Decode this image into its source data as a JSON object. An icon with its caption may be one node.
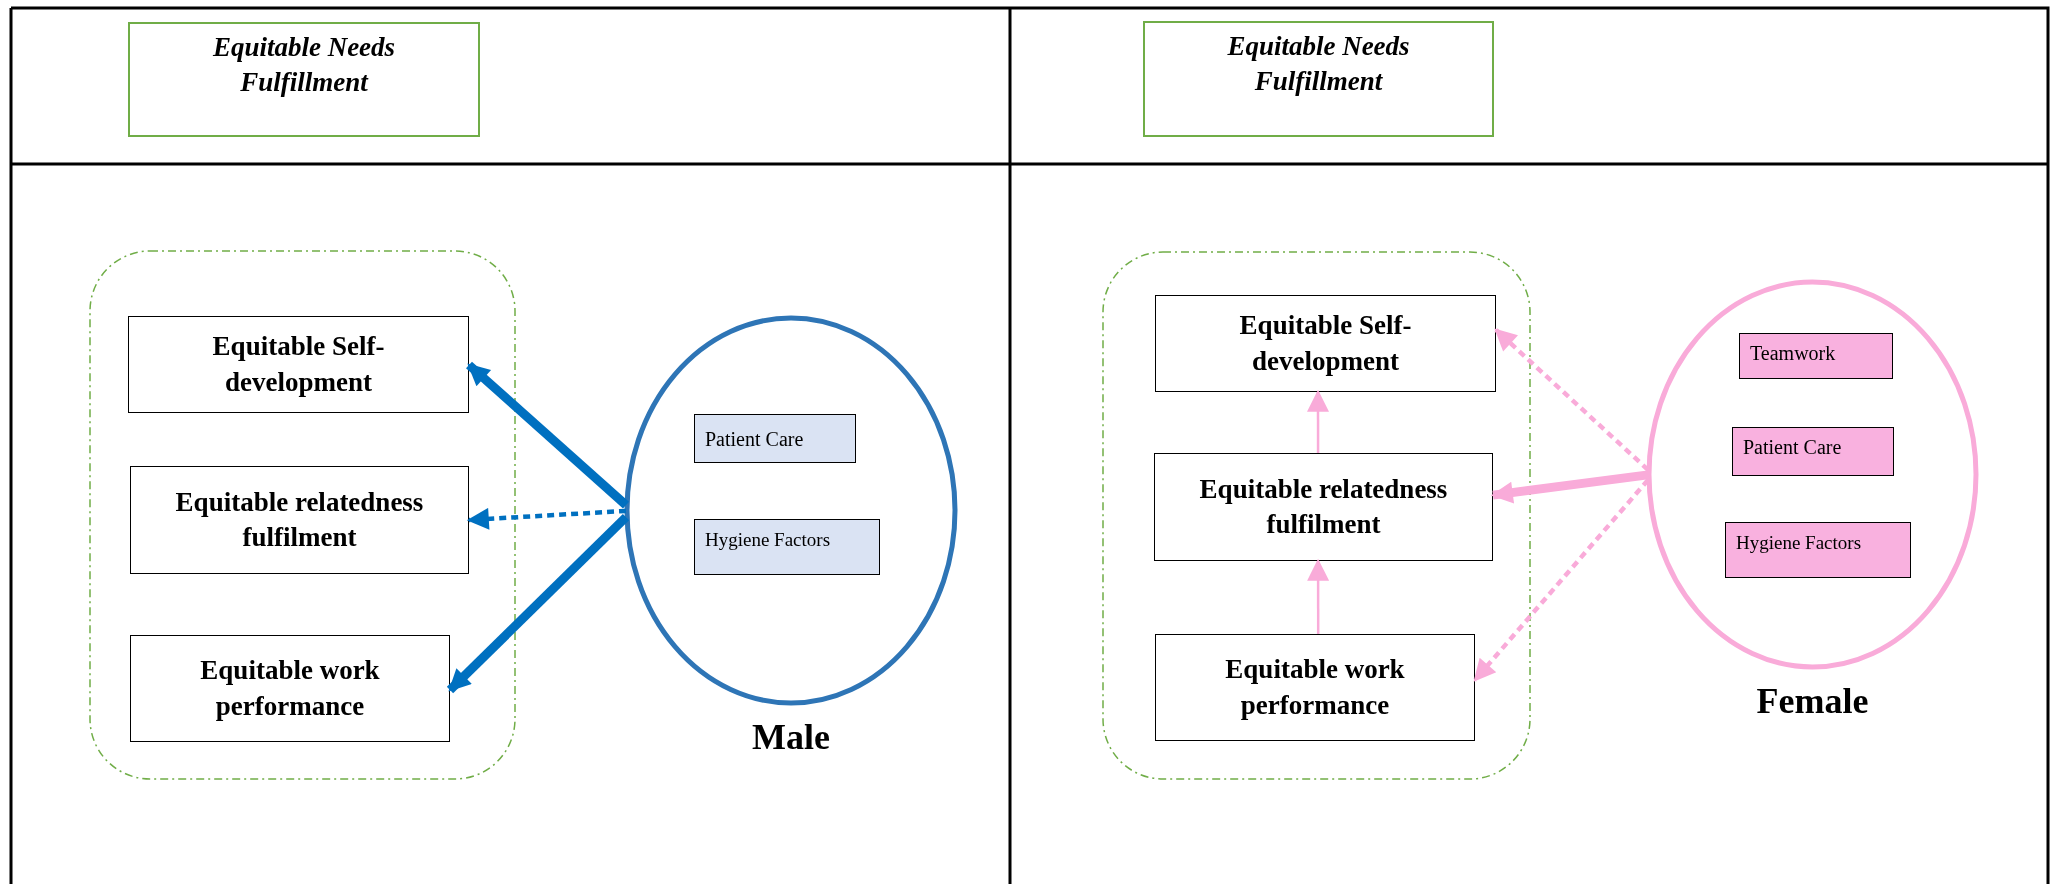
{
  "diagram": {
    "nodes": [
      {
        "text": [
          "Equitable Needs Fulfillment"
        ]
      },
      {
        "text": [],
        "shape": "box"
      },
      {
        "text": [
          "Equitable Self-development"
        ],
        "in": 1
      },
      {
        "text": [
          "Equitable relatedness fulfilment"
        ],
        "in": 1
      },
      {
        "text": [
          "Equitable work performance"
        ],
        "in": 1
      },
      {
        "text": [
          "Male"
        ]
      },
      {
        "text": [
          "Patient Care"
        ],
        "in": 5
      },
      {
        "text": [
          "Hygiene Factors"
        ],
        "in": 5
      },
      {
        "text": [
          "Equitable Needs Fulfillment"
        ]
      },
      {
        "text": [],
        "shape": "box"
      },
      {
        "text": [
          "Equitable Self-development"
        ],
        "in": 9
      },
      {
        "text": [
          "Equitable relatedness fulfilment"
        ],
        "in": 9
      },
      {
        "text": [
          "Equitable work performance"
        ],
        "in": 9
      },
      {
        "text": [
          "Female"
        ]
      },
      {
        "text": [
          "Teamwork"
        ],
        "in": 13
      },
      {
        "text": [
          "Patient Care"
        ],
        "in": 13
      },
      {
        "text": [
          "Hygiene Factors"
        ],
        "in": 13
      }
    ],
    "edges": [
      {
        "from": 5,
        "to": 2,
        "arrow": "to",
        "style": "thick",
        "color": "#0070c0"
      },
      {
        "from": 5,
        "to": 3,
        "arrow": "to",
        "style": "dashed",
        "color": "#0070c0"
      },
      {
        "from": 5,
        "to": 4,
        "arrow": "to",
        "style": "thick",
        "color": "#0070c0"
      },
      {
        "from": 13,
        "to": 10,
        "arrow": "to",
        "style": "dashed"
      },
      {
        "from": 13,
        "to": 11,
        "arrow": "to",
        "style": "thick"
      },
      {
        "from": 13,
        "to": 12,
        "arrow": "to",
        "style": "dashed"
      },
      {
        "from": 11,
        "to": 10,
        "arrow": "to"
      },
      {
        "from": 12,
        "to": 11,
        "arrow": "to"
      }
    ]
  }
}
